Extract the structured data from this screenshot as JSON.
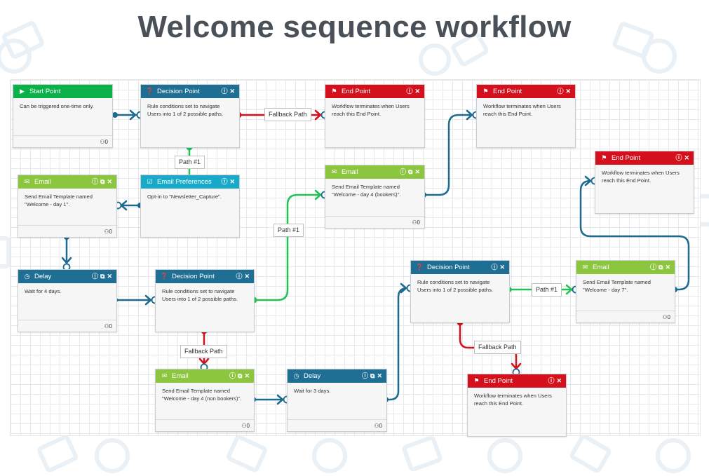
{
  "title": "Welcome sequence workflow",
  "colors": {
    "start": "#0ab148",
    "email": "#8cc63e",
    "decision": "#1e6f93",
    "preferences": "#19aac9",
    "end": "#d4101c",
    "path_wire": "#21c152",
    "flow_wire": "#1c6a8e",
    "fallback_wire": "#d4101c"
  },
  "nodes": {
    "start": {
      "header": "Start Point",
      "body": "Can be triggered one-time only.",
      "count": "0"
    },
    "decision1": {
      "header": "Decision Point",
      "body": "Rule conditions set to navigate\nUsers into 1 of 2 possible paths."
    },
    "end1": {
      "header": "End Point",
      "body": "Workflow terminates when Users\nreach this End Point."
    },
    "end2": {
      "header": "End Point",
      "body": "Workflow terminates when Users\nreach this End Point."
    },
    "end3": {
      "header": "End Point",
      "body": "Workflow terminates when Users\nreach this End Point."
    },
    "email1": {
      "header": "Email",
      "body": "Send Email Template named\n\"Welcome - day 1\".",
      "count": "0"
    },
    "prefs": {
      "header": "Email Preferences",
      "body": "Opt-in to \"Newsletter_Capture\"."
    },
    "email4b": {
      "header": "Email",
      "body": "Send Email Template named\n\"Welcome - day 4 (bookers)\".",
      "count": "0"
    },
    "delay4": {
      "header": "Delay",
      "body": "Wait for 4 days.",
      "count": "0"
    },
    "decision2": {
      "header": "Decision Point",
      "body": "Rule conditions set to navigate\nUsers into 1 of 2 possible paths."
    },
    "email4nb": {
      "header": "Email",
      "body": "Send Email Template named\n\"Welcome - day 4 (non bookers)\".",
      "count": "0"
    },
    "delay3": {
      "header": "Delay",
      "body": "Wait for 3 days.",
      "count": "0"
    },
    "decision3": {
      "header": "Decision Point",
      "body": "Rule conditions set to navigate\nUsers into 1 of 2 possible paths."
    },
    "email7": {
      "header": "Email",
      "body": "Send Email Template named\n\"Welcome - day 7\".",
      "count": "0"
    },
    "end4": {
      "header": "End Point",
      "body": "Workflow terminates when Users\nreach this End Point."
    }
  },
  "labels": {
    "fallback1": "Fallback Path",
    "path1a": "Path #1",
    "path1b": "Path #1",
    "fallback2": "Fallback Path",
    "path1c": "Path #1",
    "fallback3": "Fallback Path"
  },
  "icons": {
    "start": "play-icon",
    "decision": "question-circle-icon",
    "end": "flag-icon",
    "email": "envelope-icon",
    "preferences": "preferences-icon",
    "delay": "clock-icon",
    "info": "info-icon",
    "copy": "copy-icon",
    "close": "close-icon",
    "users": "users-icon"
  }
}
